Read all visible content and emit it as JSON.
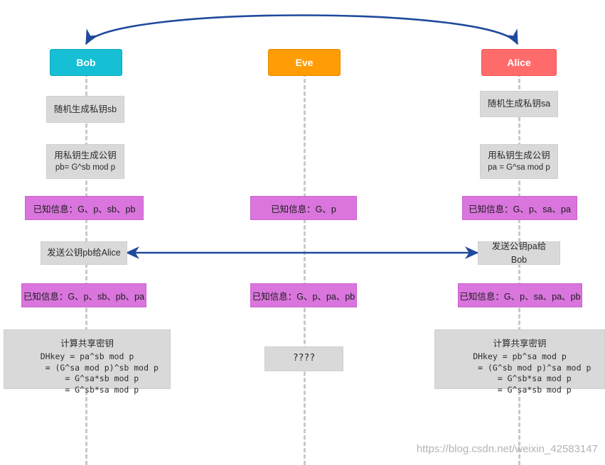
{
  "diagram": {
    "title": "Diffie-Hellman key exchange sequence diagram",
    "colors": {
      "bob": "#16bfd6",
      "eve": "#ff9c06",
      "alice": "#ff6b6b",
      "step_box": "#d9d9d9",
      "known_box": "#d975dd",
      "arrow": "#1f4a9c",
      "lifeline": "#c9c9c9",
      "watermark": "#b4b4b4"
    }
  },
  "actors": [
    {
      "name": "bob",
      "label": "Bob"
    },
    {
      "name": "eve",
      "label": "Eve"
    },
    {
      "name": "alice",
      "label": "Alice"
    }
  ],
  "bob": {
    "gen_private": "随机生成私钥sb",
    "gen_public_title": "用私钥生成公钥",
    "gen_public_formula": "pb= G^sb mod p",
    "known1": "已知信息：G、p、sb、pb",
    "send": "发送公钥pb给Alice",
    "known2": "已知信息：G、p、sb、pb、pa",
    "calc_title": "计算共享密钥",
    "calc_lines": [
      "DHkey = pa^sb mod p",
      "      = (G^sa mod p)^sb mod p",
      "      = G^sa*sb mod p",
      "      = G^sb*sa mod p"
    ]
  },
  "eve": {
    "known1": "已知信息：G、p",
    "known2": "已知信息：G、p、pa、pb",
    "unknown": "????"
  },
  "alice": {
    "gen_private": "随机生成私钥sa",
    "gen_public_title": "用私钥生成公钥",
    "gen_public_formula": "pa = G^sa mod p",
    "known1": "已知信息：G、p、sa、pa",
    "send": "发送公钥pa给Bob",
    "known2": "已知信息：G、p、sa、pa、pb",
    "calc_title": "计算共享密钥",
    "calc_lines": [
      "DHkey = pb^sa mod p",
      "      = (G^sb mod p)^sa mod p",
      "      = G^sb*sa mod p",
      "      = G^sa*sb mod p"
    ]
  },
  "arrows": {
    "top_arc_name": "shared-params-arc",
    "exchange_name": "public-key-exchange-arrow"
  },
  "watermark": "https://blog.csdn.net/weixin_42583147"
}
